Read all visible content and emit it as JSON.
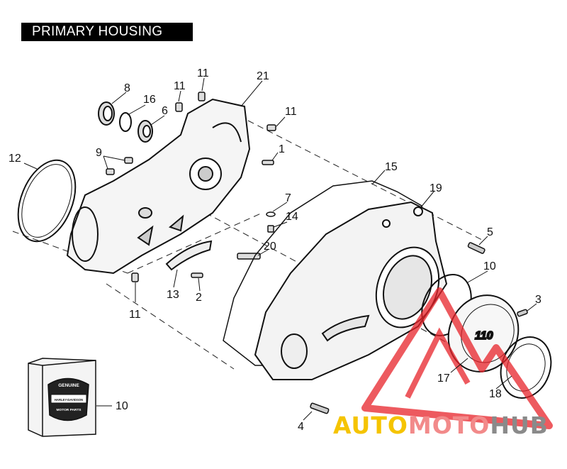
{
  "title": "PRIMARY HOUSING",
  "callouts": {
    "c1": "1",
    "c2": "2",
    "c3": "3",
    "c4": "4",
    "c5": "5",
    "c6": "6",
    "c7": "7",
    "c8": "8",
    "c9": "9",
    "c10a": "10",
    "c10b": "10",
    "c11a": "11",
    "c11b": "11",
    "c11c": "11",
    "c11d": "11",
    "c12": "12",
    "c13": "13",
    "c14": "14",
    "c15": "15",
    "c16": "16",
    "c17": "17",
    "c18": "18",
    "c19": "19",
    "c20": "20",
    "c21": "21"
  },
  "package": {
    "logo_top": "GENUINE",
    "logo_brand": "HARLEY-DAVIDSON",
    "logo_bottom": "MOTOR PARTS"
  },
  "cover_badge": "110",
  "watermark": {
    "part1": "AUTO",
    "part2": "MOTO",
    "part3": "HUB"
  },
  "colors": {
    "watermark_triangle": "#e8232a",
    "watermark_yellow": "#f5c400",
    "watermark_gray": "#8a8a8a"
  }
}
